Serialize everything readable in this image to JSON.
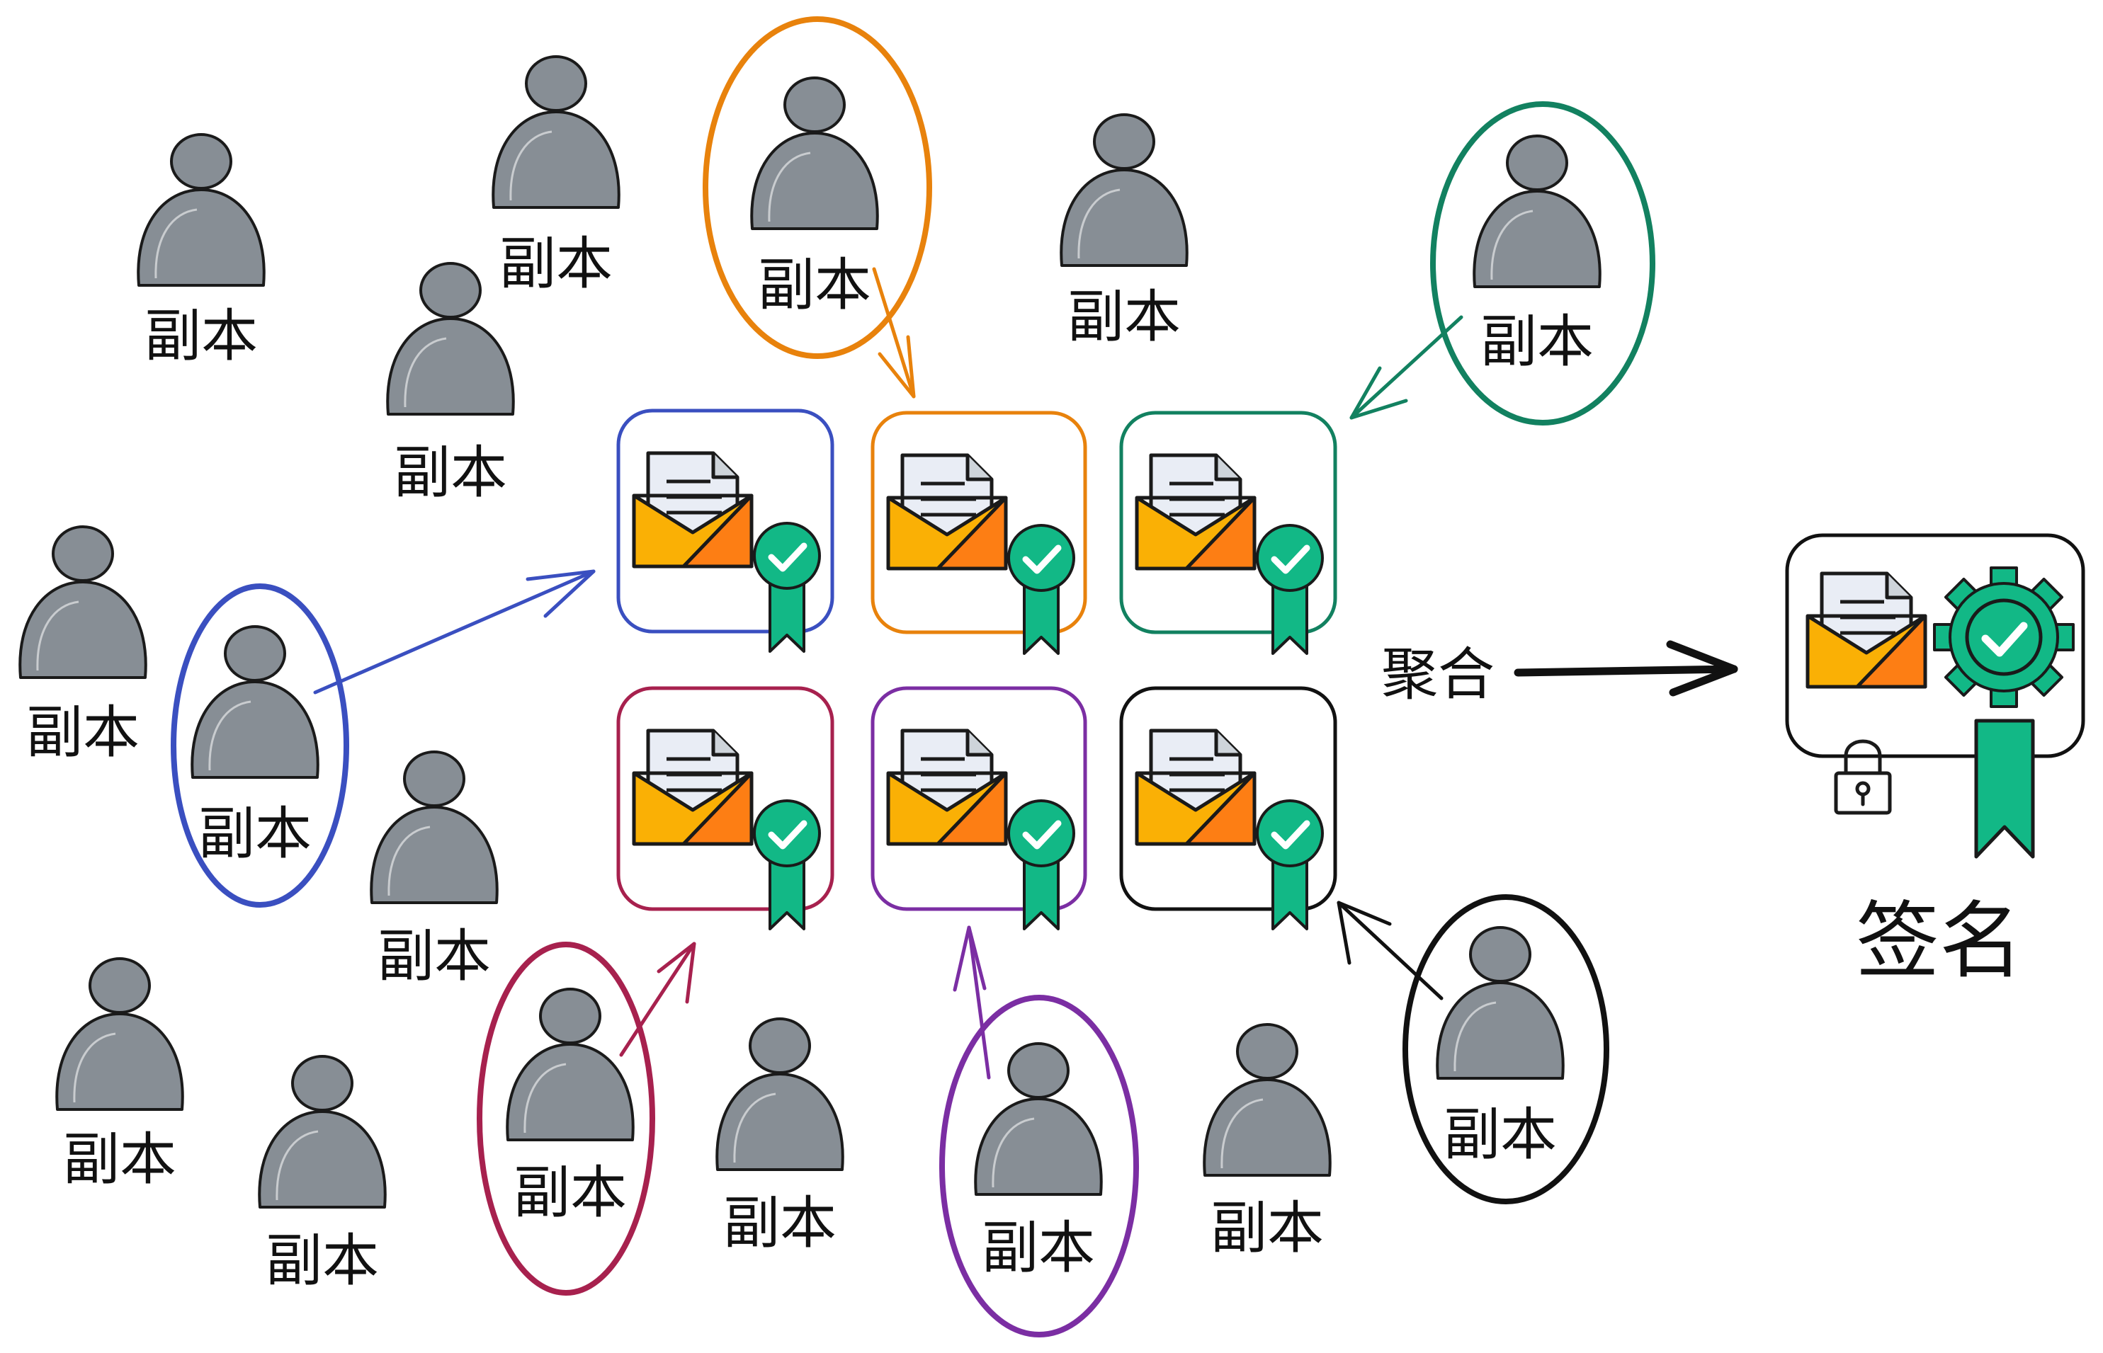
{
  "replica_label": "副本",
  "aggregate_label": "聚合",
  "signature_label": "签名",
  "colors": {
    "person": "#878e95",
    "outline": "#1a1a1a",
    "blue": "#3a4fc0",
    "orange": "#e8820c",
    "green": "#128160",
    "crimson": "#a7214e",
    "purple": "#7b2ea3",
    "black": "#111111",
    "envelope_front": "#fab005",
    "envelope_flap": "#fd7e14",
    "badge": "#12b886"
  },
  "icons": [
    "person-icon",
    "envelope-icon",
    "document-icon",
    "check-badge-icon",
    "ribbon-icon",
    "seal-icon",
    "padlock-icon",
    "arrow-icon"
  ]
}
